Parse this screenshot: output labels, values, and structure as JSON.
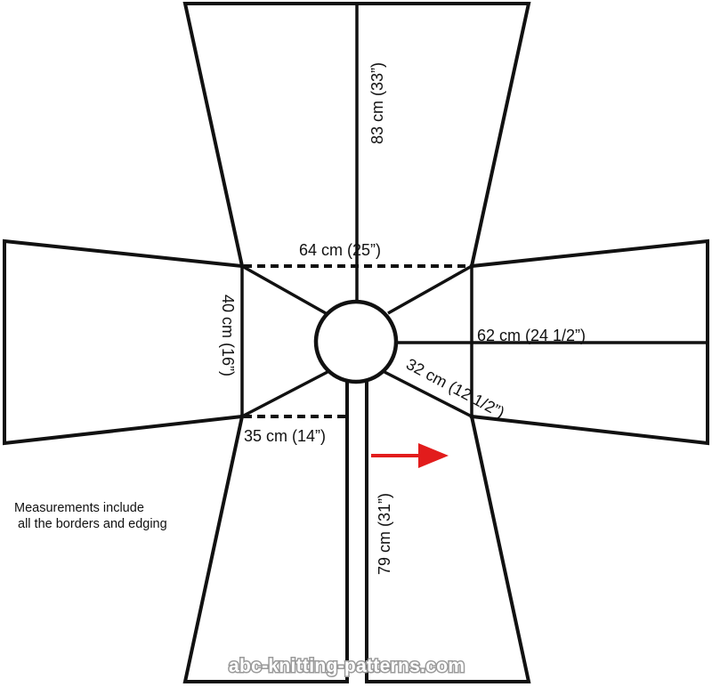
{
  "measurements": {
    "top_length": "83 cm (33”)",
    "upper_width": "64 cm (25”)",
    "side_height": "40 cm (16”)",
    "sleeve_length": "62 cm (24 1/2”)",
    "diagonal": "32 cm (12 1/2”)",
    "lower_half_width": "35 cm (14”)",
    "front_length": "79 cm (31”)"
  },
  "note": {
    "line1": "Measurements include",
    "line2": "all the borders and edging"
  },
  "watermark": "abc-knitting-patterns.com",
  "colors": {
    "outline": "#111111",
    "arrow": "#e21c1c"
  },
  "arrow_icon": "right-arrow-icon"
}
